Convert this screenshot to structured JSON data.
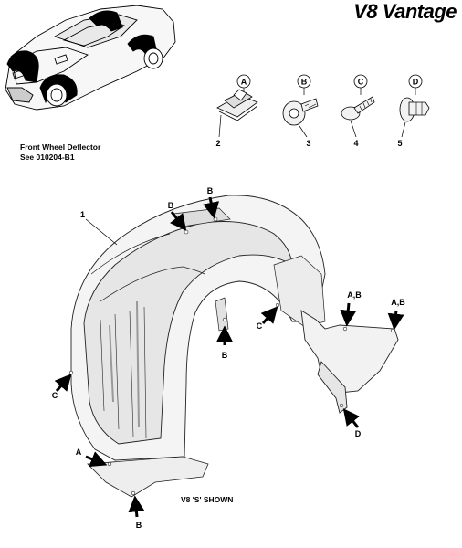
{
  "brand": {
    "title": "V8 Vantage"
  },
  "reference": {
    "line1": "Front Wheel Deflector",
    "line2": "See 010204-B1"
  },
  "caption": "V8 'S' SHOWN",
  "fasteners": [
    {
      "letter": "A",
      "number": "2",
      "icon": "clip-nut-icon"
    },
    {
      "letter": "B",
      "number": "3",
      "icon": "flange-bolt-icon"
    },
    {
      "letter": "C",
      "number": "4",
      "icon": "self-tapping-screw-icon"
    },
    {
      "letter": "D",
      "number": "5",
      "icon": "push-rivet-icon"
    }
  ],
  "callouts": {
    "part_number": "1",
    "top_b": "B",
    "mid_b": "B",
    "mid_c": "C",
    "left_c": "C",
    "bottom_a": "A",
    "bottom_b": "B",
    "right_ab1": "A,B",
    "right_ab2": "A,B",
    "right_d": "D"
  }
}
